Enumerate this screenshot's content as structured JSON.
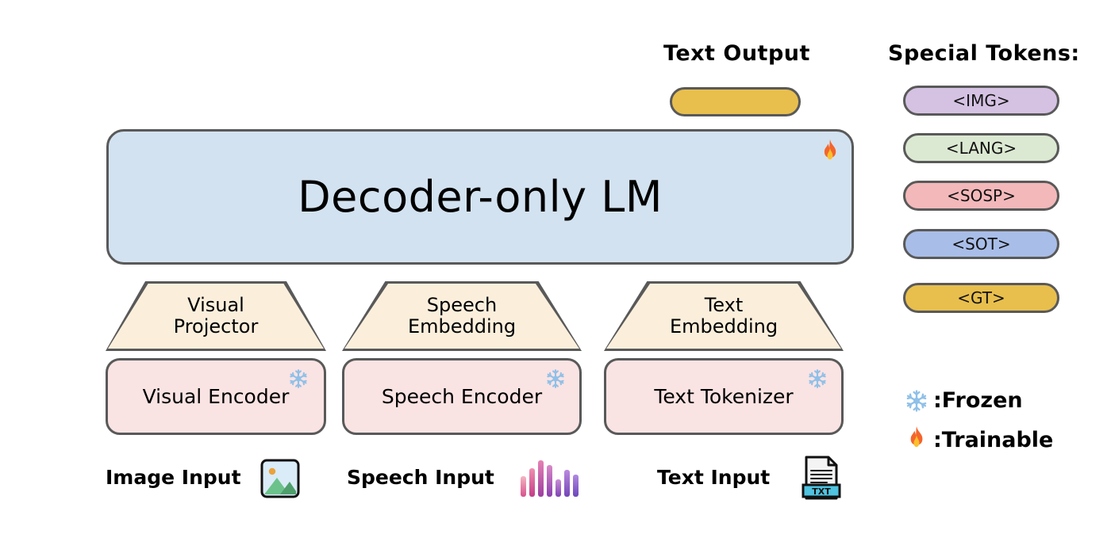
{
  "figure": {
    "headings": {
      "text_output": "Text Output",
      "special_tokens": "Special Tokens:"
    },
    "text_output_pill": {
      "name": "text-output-pill",
      "label": "",
      "color": "#e8bf4d"
    },
    "decoder": {
      "label": "Decoder-only LM",
      "color": "#d3e2f0",
      "state_icon": "flame-icon",
      "state": "Trainable"
    },
    "columns": [
      {
        "projector": {
          "line1": "Visual",
          "line2": "Projector",
          "color": "#fbefdc",
          "state_icon": "flame-icon",
          "state": "Trainable"
        },
        "encoder": {
          "label": "Visual Encoder",
          "color": "#fae3e3",
          "state_icon": "snowflake-icon",
          "state": "Frozen"
        },
        "input": {
          "label": "Image Input",
          "icon": "image-file-icon"
        }
      },
      {
        "projector": {
          "line1": "Speech",
          "line2": "Embedding",
          "color": "#fbefdc",
          "state_icon": "flame-icon",
          "state": "Trainable"
        },
        "encoder": {
          "label": "Speech Encoder",
          "color": "#fae3e3",
          "state_icon": "snowflake-icon",
          "state": "Frozen"
        },
        "input": {
          "label": "Speech Input",
          "icon": "audio-waveform-icon"
        }
      },
      {
        "projector": {
          "line1": "Text",
          "line2": "Embedding",
          "color": "#fbefdc",
          "state_icon": "flame-icon",
          "state": "Trainable"
        },
        "encoder": {
          "label": "Text Tokenizer",
          "color": "#fae3e3",
          "state_icon": "snowflake-icon",
          "state": "Frozen"
        },
        "input": {
          "label": "Text Input",
          "icon": "txt-document-icon"
        }
      }
    ],
    "special_tokens": [
      {
        "label": "<IMG>",
        "color": "#d5c2e3"
      },
      {
        "label": "<LANG>",
        "color": "#dce9d2"
      },
      {
        "label": "<SOSP>",
        "color": "#f3b8ba"
      },
      {
        "label": "<SOT>",
        "color": "#a8bde8"
      },
      {
        "label": "<GT>",
        "color": "#e8bf4d"
      }
    ],
    "legend": [
      {
        "icon": "snowflake-icon",
        "label": ":Frozen"
      },
      {
        "icon": "flame-icon",
        "label": ":Trainable"
      }
    ],
    "colors": {
      "outline": "#595959",
      "decoder_fill": "#d3e2f0",
      "projector_fill": "#fbefdc",
      "encoder_fill": "#fae3e3",
      "flame": "#f4652b",
      "snowflake": "#8fc0e8"
    }
  }
}
